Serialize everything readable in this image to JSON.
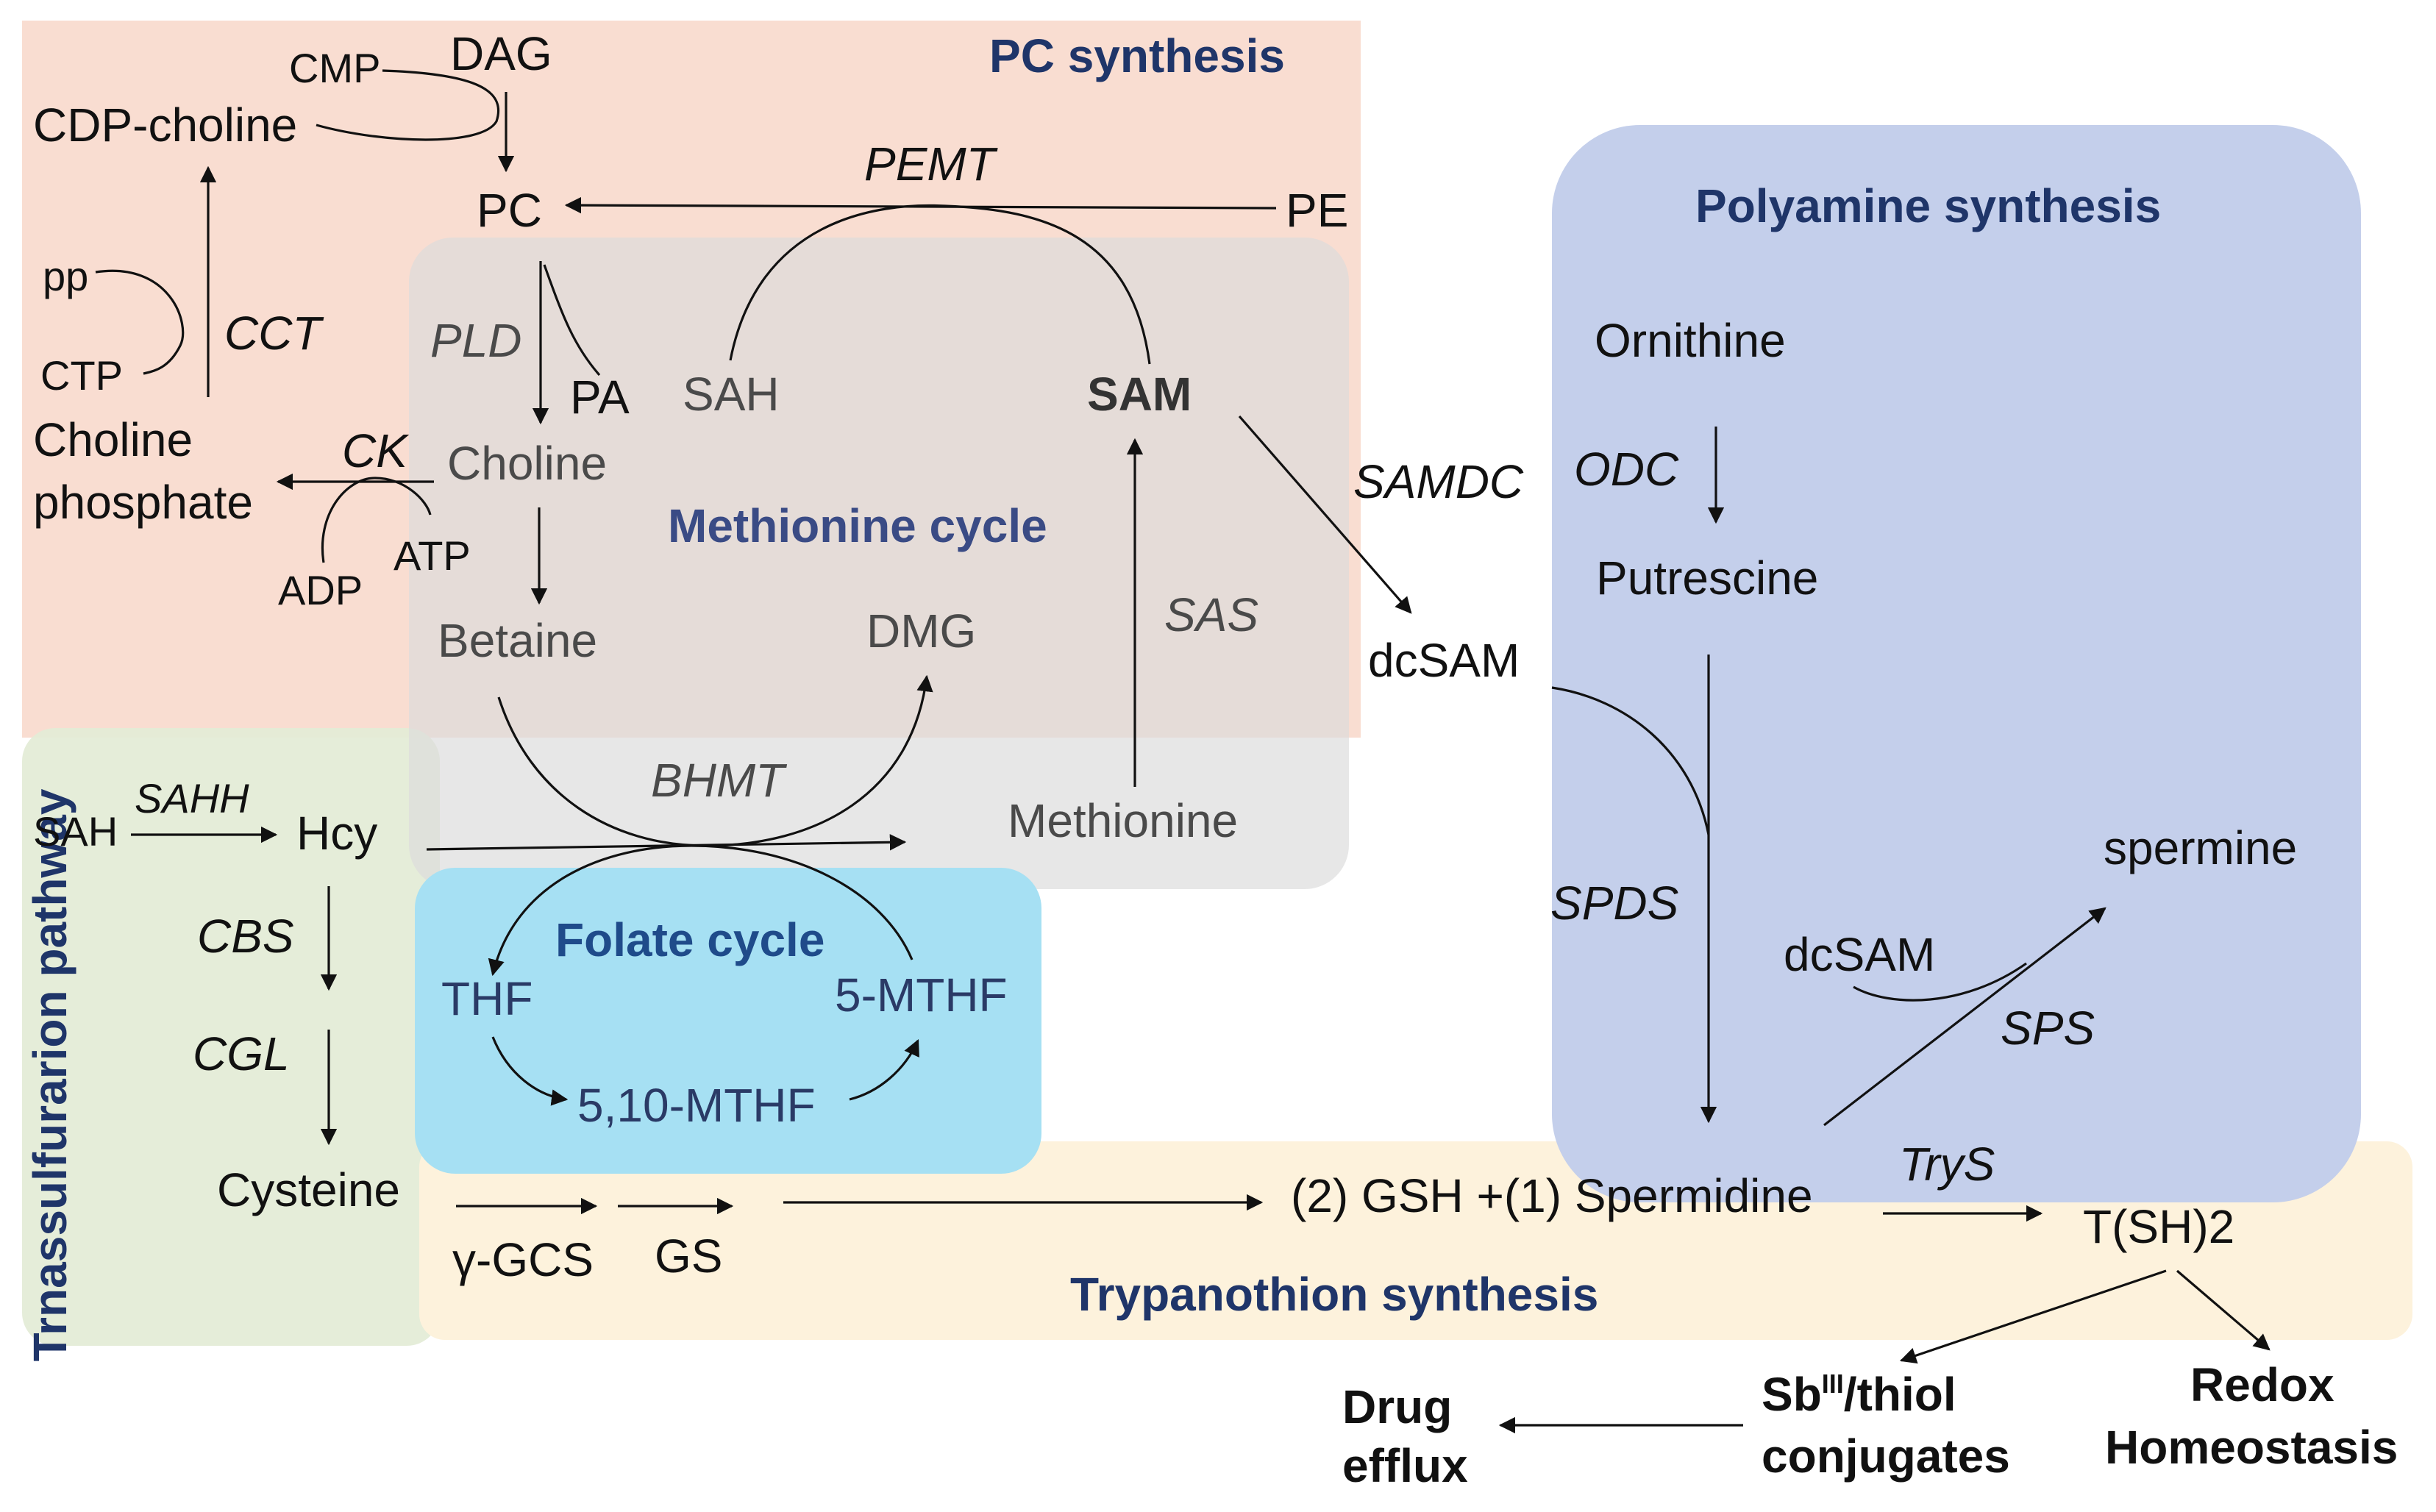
{
  "colors": {
    "pc_region": "#f9ddd1",
    "methionine_region": "#dcdcdc",
    "polyamine_region": "#c4cfeb",
    "folate_region": "#a6e0f3",
    "transsulfuration_region": "#e3ecd6",
    "trypanothione_region": "#fdf2dc",
    "title_text": "#1f3569"
  },
  "regions": {
    "pc": "PC synthesis",
    "methionine": "Methionine cycle",
    "polyamine": "Polyamine synthesis",
    "folate": "Folate cycle",
    "transsulfuration": "Trnassulfurarion pathway",
    "trypanothione": "Trypanothion synthesis"
  },
  "metabolites": {
    "cmp": "CMP",
    "dag": "DAG",
    "cdp_choline": "CDP-choline",
    "pc": "PC",
    "pe": "PE",
    "pp": "pp",
    "ctp": "CTP",
    "choline_phosphate_line1": "Choline",
    "choline_phosphate_line2": "phosphate",
    "pa": "PA",
    "choline": "Choline",
    "adp": "ADP",
    "atp": "ATP",
    "betaine": "Betaine",
    "dmg": "DMG",
    "sah_methionine": "SAH",
    "sam": "SAM",
    "methionine": "Methionine",
    "dcsam": "dcSAM",
    "ornithine": "Ornithine",
    "putrescine": "Putrescine",
    "spermine": "spermine",
    "dcsam_sps": "dcSAM",
    "sah_trans": "SAH",
    "hcy": "Hcy",
    "cysteine": "Cysteine",
    "thf": "THF",
    "mthf5": "5-MTHF",
    "mthf510": "5,10-MTHF",
    "gsh_spermidine": "(2) GSH +(1) Spermidine",
    "tsh2": "T(SH)2",
    "sb_conjugates_line1": "Sb",
    "sb_conjugates_sup": "III",
    "sb_conjugates_line1_rest": "/thiol",
    "sb_conjugates_line2": "conjugates",
    "redox_line1": "Redox",
    "redox_line2": "Homeostasis",
    "drug_efflux_line1": "Drug",
    "drug_efflux_line2": "efflux"
  },
  "enzymes": {
    "pemt": "PEMT",
    "cct": "CCT",
    "pld": "PLD",
    "ck": "CK",
    "samdc": "SAMDC",
    "odc": "ODC",
    "sas": "SAS",
    "bhmt": "BHMT",
    "sahh": "SAHH",
    "cbs": "CBS",
    "cgl": "CGL",
    "spds": "SPDS",
    "sps": "SPS",
    "trys": "TryS",
    "gamma_gcs": "γ-GCS",
    "gs": "GS"
  }
}
